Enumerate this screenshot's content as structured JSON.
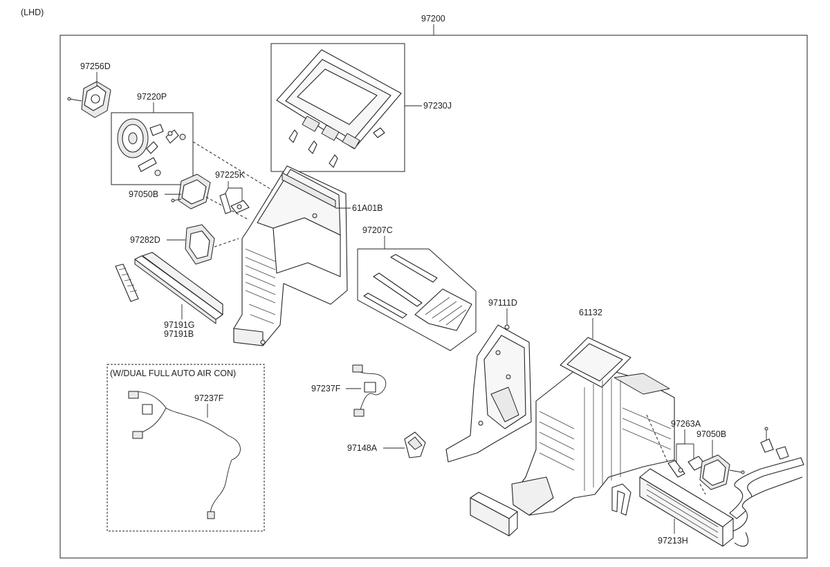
{
  "header": {
    "variant": "(LHD)",
    "assembly_number": "97200"
  },
  "parts": {
    "actuator_top": "97256D",
    "blower_motor_kit": "97220P",
    "actuator_left": "97050B",
    "lever_kit": "97225K",
    "filter_cover": "97282D",
    "air_filter_a": "97191G",
    "air_filter_b": "97191B",
    "duct_frame": "97230J",
    "case_upper": "61A01B",
    "door_kit": "97207C",
    "case_lower_left": "97111D",
    "case_center": "61132",
    "sensor_harness": "97237F",
    "sensor": "97148A",
    "lever_set_right": "97263A",
    "actuator_right": "97050B",
    "heater_core": "97213H"
  },
  "inset": {
    "title": "(W/DUAL FULL AUTO AIR CON)",
    "harness": "97237F"
  }
}
